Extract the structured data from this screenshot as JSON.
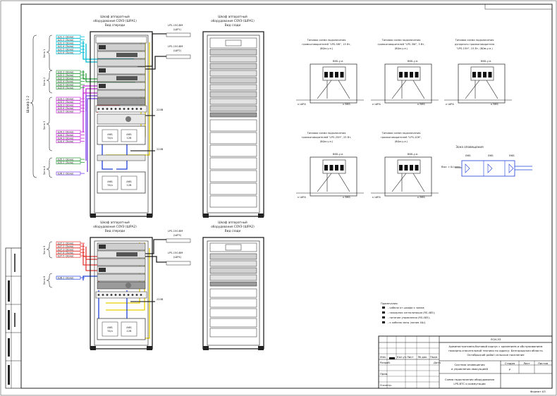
{
  "rack1": {
    "front_title": [
      "Шкаф аппаратный",
      "оборудования СОУЭ (ШРА1)",
      "Вид спереди"
    ],
    "back_title": [
      "Шкаф аппаратный",
      "оборудования СОУЭ (ШРА1)",
      "Вид сзади"
    ],
    "zone_labels": [
      "Зона 1",
      "Зона 2",
      "Зона 3",
      "Зона 4"
    ],
    "group_label": "Шлейф 1-2",
    "lines": [
      "Ш1.1 (Зона)",
      "Ш1.2 (Зона)",
      "Ш1.3 (Зона)",
      "Ш1.4 (Зона)",
      "Ш1.5 (Зона)",
      "Ш1.6 (Зона)",
      "Ш2.1 (Зона)",
      "Ш2.2 (Зона)",
      "Ш2.3 (Зона)",
      "Ш2.4 (Зона)",
      "Ш2.5 (Зона)",
      "Ш2.6 (Зона)",
      "Ш3.1 (Зона)",
      "Ш3.2 (Зона)",
      "Ш3.3 (Зона)",
      "Ш3.4 (Зона)",
      "Ш3.5 (Зона)",
      "Ш4.1 (Зона)",
      "Ш4.2 (Зона)",
      "Ш4.3 (Зона)",
      "Ш4.4 (Зона)",
      "Ш5.1 (Зона)",
      "Ш5.2 (Зона)",
      "Ш6.1 (Зона)"
    ],
    "psu_top": [
      "LPS-150-BM",
      "(ШР1)"
    ],
    "psu_bottom": [
      "LPS-150-BM",
      "(ШР2)"
    ],
    "battery": [
      "АКБ",
      "7А/ч",
      "12В"
    ],
    "cable": "220В"
  },
  "rack2": {
    "front_title": [
      "Шкаф аппаратный",
      "оборудования СОУЭ (ШРА2)",
      "Вид спереди"
    ],
    "back_title": [
      "Шкаф аппаратный",
      "оборудования СОУЭ (ШРА2)",
      "Вид сзади"
    ],
    "zone_labels": [
      "Зона 5",
      "Зона 6"
    ],
    "lines": [
      "Ш7.1 (Зона)",
      "Ш7.2 (Зона)",
      "Ш7.3 (Зона)",
      "Ш7.4 (Зона)",
      "Ш7.5 (Зона)",
      "Ш8.1 (Зона)"
    ],
    "psu_top": [
      "LPS-150-BM",
      "(ШР3)"
    ],
    "psu_bottom": [
      "LPS-150-BM",
      "(ШР4)"
    ],
    "battery": [
      "АКБ",
      "7А/ч",
      "12В"
    ],
    "cable": "220В"
  },
  "schemes": [
    {
      "title": [
        "Типовая схема подключения",
        "громкоговорителей \"LPS-5W\", 15 Вт,",
        "(8Ωм-у.е.)"
      ],
      "label": "LPS-5W",
      "code": "ВКБ-у.е.",
      "left": "к ШРА",
      "right": "к ВКБ"
    },
    {
      "title": [
        "Типовая схема подключения",
        "громкоговорителей \"LPS-3W\", 3 Вт,",
        "(8Ωм-у.е.)"
      ],
      "label": "LPS-3W",
      "code": "ВКБ-у.е.",
      "left": "к ШРА",
      "right": "к ВКБ"
    },
    {
      "title": [
        "Типовая схема подключения",
        "рупорного громкоговорителя",
        "\"LPS-15H\", 15 Вт, (8Ωм-у.е.)"
      ],
      "label": "LPS-15H",
      "code": "ВКБ-у.е.",
      "left": "к ШРА",
      "right": "к ВКБ"
    },
    {
      "title": [
        "Типовая схема подключения",
        "громкоговорителей \"LPS-25H\", 25 Вт,",
        "(8Ωм-у.е.)"
      ],
      "label": "LPS-25H",
      "code": "ВКБ-у.е.",
      "left": "к ШРА",
      "right": "к ВКБ"
    },
    {
      "title": [
        "Типовая схема подключения",
        "громкоговорителей \"LPS-10H\",",
        "(8Ωм-у.е.)"
      ],
      "label": "LPS-10H",
      "code": "ВКБ-у.е.",
      "left": "к ШРА",
      "right": "к ВКБ"
    }
  ],
  "zone_scheme": {
    "title": "Зона оповещения",
    "nodes": [
      "ВКБ",
      "ВКБ",
      "ВКБ"
    ],
    "input": "Вых. с Ш.зоны"
  },
  "legend": {
    "title": "Примечания:",
    "items": [
      "- кабели от шкафа к зонам;",
      "- пожарная сигнализация (RS-485);",
      "- питание управления (RS-485);",
      "- к кабелю зоны (линия 4Ш)."
    ]
  },
  "stamp": {
    "code": "ЛСИ-ЭЗ",
    "object": [
      "Административно-бытовой корпус с хранением и обслуживанием",
      "пожарно-спасательной техники по адресу: Белгородская область",
      "Октябрьский район сельское поселение"
    ],
    "section": [
      "Система оповещения",
      "и управления эвакуацией"
    ],
    "sheet_title": [
      "Схема подключения оборудования",
      "LPS-ВТС и коммутации"
    ],
    "stage_header": "Стадия",
    "sheet_header": "Лист",
    "sheets_header": "Листов",
    "stage": "Р",
    "rows": [
      "Изм.",
      "Кол.уч",
      "Лист",
      "№ док.",
      "Подп.",
      "Дата"
    ],
    "roles": [
      "Разраб.",
      "Пров.",
      "Н.контр."
    ],
    "format": "Формат А3"
  }
}
